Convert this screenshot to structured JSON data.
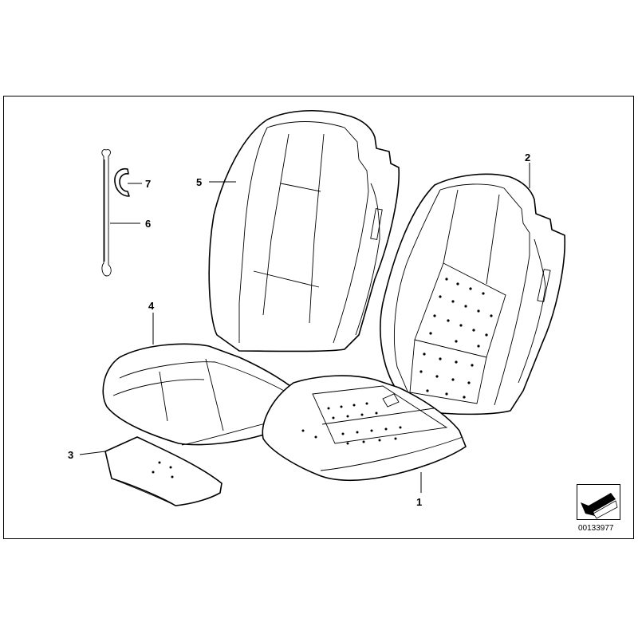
{
  "diagram": {
    "callouts": [
      {
        "id": "1",
        "label": "1"
      },
      {
        "id": "2",
        "label": "2"
      },
      {
        "id": "3",
        "label": "3"
      },
      {
        "id": "4",
        "label": "4"
      },
      {
        "id": "5",
        "label": "5"
      },
      {
        "id": "6",
        "label": "6"
      },
      {
        "id": "7",
        "label": "7"
      }
    ],
    "document_number": "00133977"
  },
  "icons": {
    "orientation": "direction-arrow-icon"
  }
}
